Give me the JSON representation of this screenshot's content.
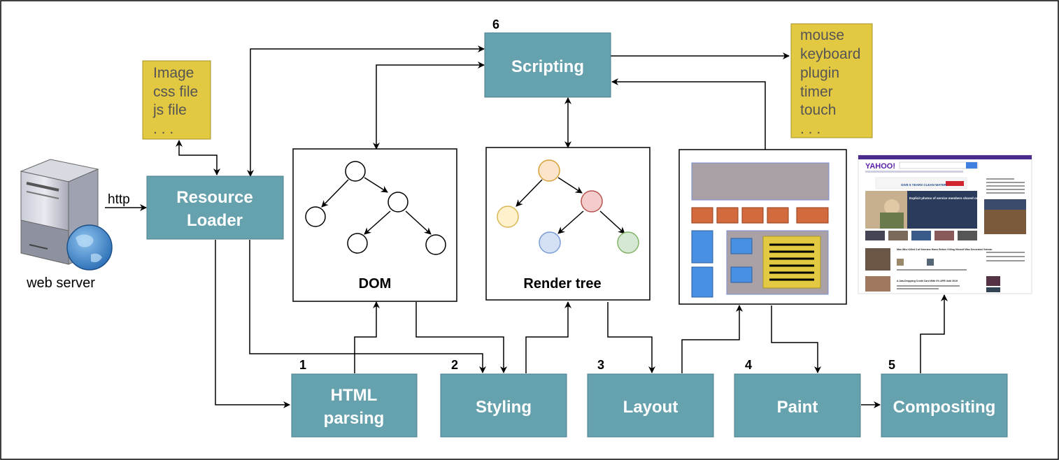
{
  "colors": {
    "process_box": "#66a1ae",
    "process_border": "#4d7f8c",
    "note_fill": "#e3c941",
    "note_border": "#a59328",
    "arrow": "#000000"
  },
  "nodes": {
    "resource_loader": {
      "line1": "Resource",
      "line2": "Loader"
    },
    "scripting": {
      "label": "Scripting",
      "number": "6"
    },
    "html_parsing": {
      "line1": "HTML",
      "line2": "parsing",
      "number": "1"
    },
    "styling": {
      "label": "Styling",
      "number": "2"
    },
    "layout": {
      "label": "Layout",
      "number": "3"
    },
    "paint": {
      "label": "Paint",
      "number": "4"
    },
    "compositing": {
      "label": "Compositing",
      "number": "5"
    }
  },
  "server": {
    "label": "web server",
    "icon": "server-globe-icon"
  },
  "http_label": "http",
  "resources_note": {
    "lines": [
      "Image",
      "css file",
      "js file",
      ". . ."
    ]
  },
  "events_note": {
    "lines": [
      "mouse",
      "keyboard",
      "plugin",
      "timer",
      "touch",
      ". . ."
    ]
  },
  "panels": {
    "dom": {
      "caption": "DOM"
    },
    "render_tree": {
      "caption": "Render tree"
    }
  },
  "screenshot": {
    "logo": "YAHOO!",
    "banner": "GIVE 5 YEARS CLEAN WATER",
    "headline": "Explicit photos of service members shared online",
    "story1": "Man Who Killed 3 at Veterans Home Before Killing Himself Was Decorated Veteran",
    "story2": "A Jaw-Dropping Credit Card With 0% APR Until 2019"
  }
}
